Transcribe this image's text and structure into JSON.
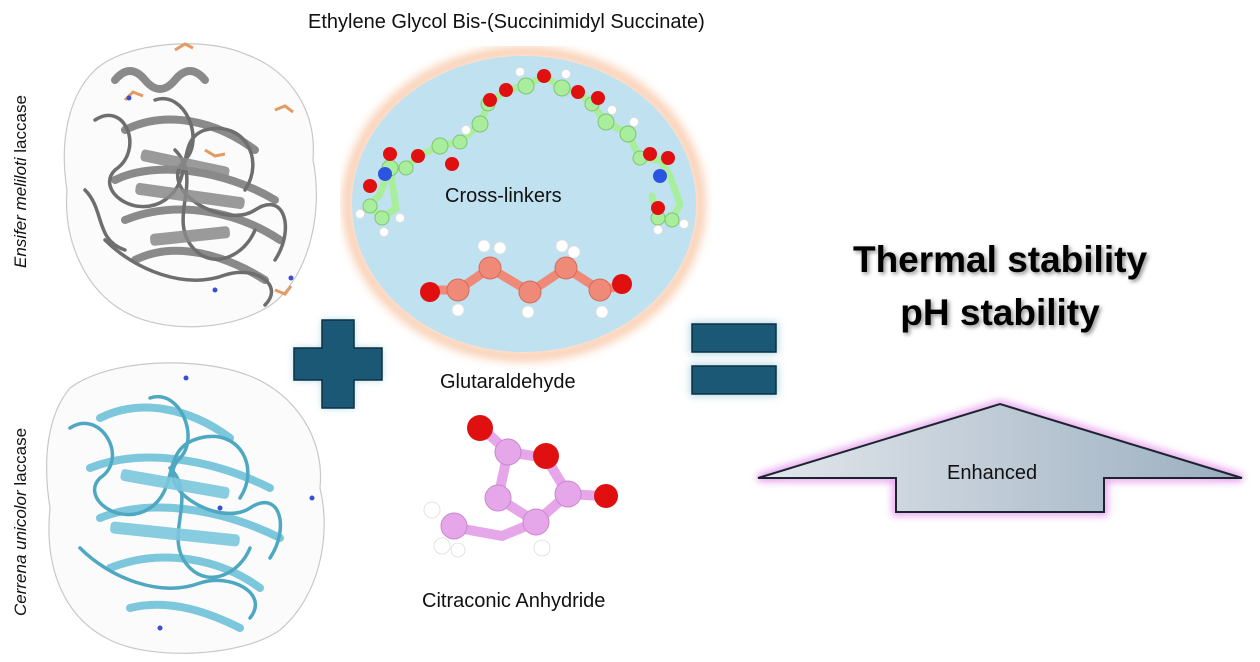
{
  "labels": {
    "top_title": "Ethylene Glycol Bis-(Succinimidyl Succinate)",
    "crosslinkers": "Cross-linkers",
    "glutaraldehyde": "Glutaraldehyde",
    "citraconic": "Citraconic Anhydride",
    "enhanced": "Enhanced"
  },
  "enzymes": {
    "top": {
      "italic": "Ensifer meliloti",
      "rest": " laccase"
    },
    "bottom": {
      "italic": "Cerrena unicolor",
      "rest": " laccase"
    }
  },
  "outcomes": {
    "line1": "Thermal stability",
    "line2": "pH stability"
  },
  "colors": {
    "sign_fill": "#1b5876",
    "grey_protein": "#8a8a8a",
    "blue_protein": "#7cc7dc",
    "circle_fill": "#c0e1f0",
    "circle_glow": "#f4a876",
    "egs_atoms": "#a9ee9c",
    "glut_atoms": "#f08a78",
    "cit_atoms": "#e6a6ea",
    "arrow_glow": "#e07ee8"
  }
}
